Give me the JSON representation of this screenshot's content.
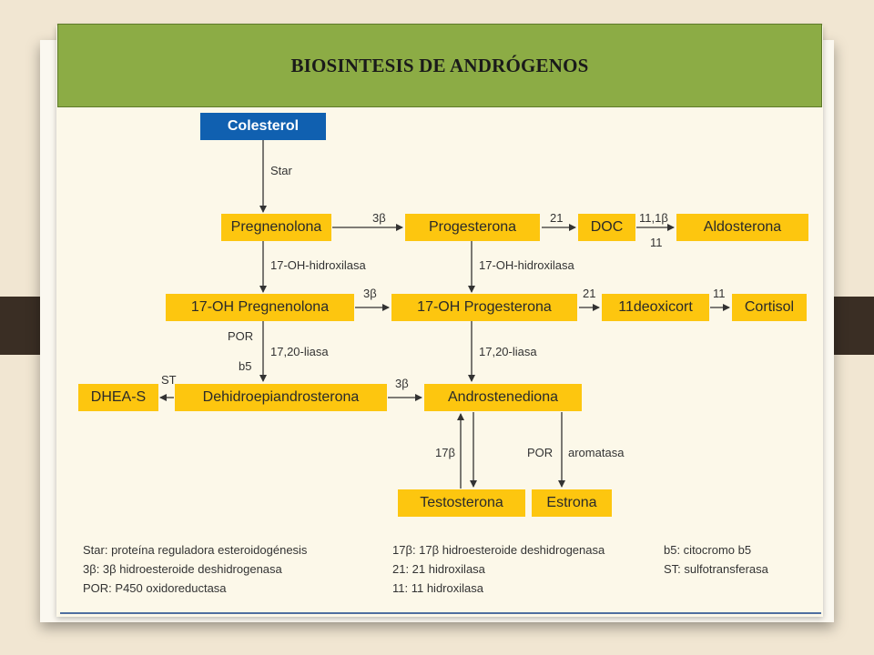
{
  "title": "BIOSINTESIS DE ANDRÓGENOS",
  "nodes": {
    "colesterol": "Colesterol",
    "pregnenolona": "Pregnenolona",
    "progesterona": "Progesterona",
    "doc": "DOC",
    "aldosterona": "Aldosterona",
    "oh_pregnenolona": "17-OH Pregnenolona",
    "oh_progesterona": "17-OH Progesterona",
    "deoxicort": "11deoxicort",
    "cortisol": "Cortisol",
    "dheas": "DHEA-S",
    "dhea": "Dehidroepiandrosterona",
    "androstenediona": "Androstenediona",
    "testosterona": "Testosterona",
    "estrona": "Estrona"
  },
  "edge_labels": {
    "star": "Star",
    "b3_a": "3β",
    "e21_a": "21",
    "e111b": "11,1β",
    "e11_a": "11",
    "hidrox_a": "17-OH-hidroxilasa",
    "hidrox_b": "17-OH-hidroxilasa",
    "b3_b": "3β",
    "e21_b": "21",
    "e11_b": "11",
    "por_a": "POR",
    "b5": "b5",
    "liasa_a": "17,20-liasa",
    "liasa_b": "17,20-liasa",
    "st": "ST",
    "b3_c": "3β",
    "b17": "17β",
    "por_b": "POR",
    "aromatasa": "aromatasa"
  },
  "legend": {
    "col1": [
      "Star: proteína reguladora esteroidogénesis",
      "3β: 3β hidroesteroide deshidrogenasa",
      "POR: P450 oxidoreductasa"
    ],
    "col2": [
      "17β: 17β hidroesteroide deshidrogenasa",
      "21: 21 hidroxilasa",
      "11: 11 hidroxilasa"
    ],
    "col3": [
      "b5: citocromo b5",
      "ST: sulfotransferasa"
    ]
  },
  "colors": {
    "header_green": "#8cac45",
    "node_yellow": "#fdc60f",
    "node_blue": "#1060b0"
  }
}
